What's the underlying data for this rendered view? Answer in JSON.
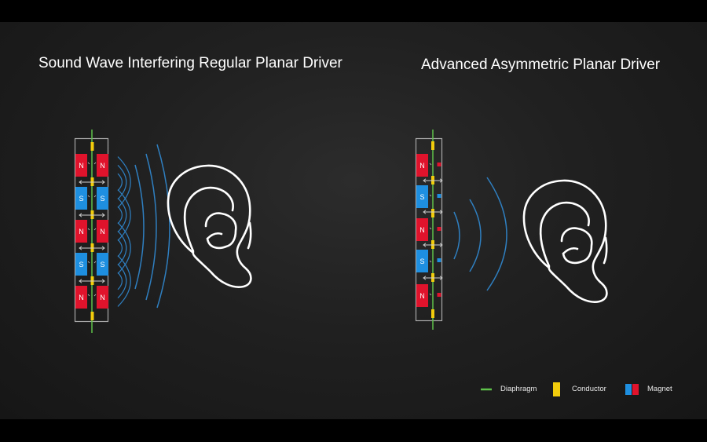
{
  "left_panel": {
    "title": "Sound Wave Interfering Regular Planar Driver",
    "magnet_labels": [
      "N",
      "S",
      "N",
      "S",
      "N"
    ]
  },
  "right_panel": {
    "title": "Advanced Asymmetric Planar Driver",
    "magnet_labels": [
      "N",
      "S",
      "N",
      "S",
      "N"
    ]
  },
  "legend": {
    "diaphragm": "Diaphragm",
    "conductor": "Conductor",
    "magnet": "Magnet"
  },
  "colors": {
    "background": "#1e1e1e",
    "diaphragm": "#5fc24a",
    "conductor": "#f2cc0c",
    "magnet_north": "#e0132c",
    "magnet_south": "#1e8fe0",
    "sound_wave": "#2f7fc0",
    "ear": "#ffffff"
  }
}
